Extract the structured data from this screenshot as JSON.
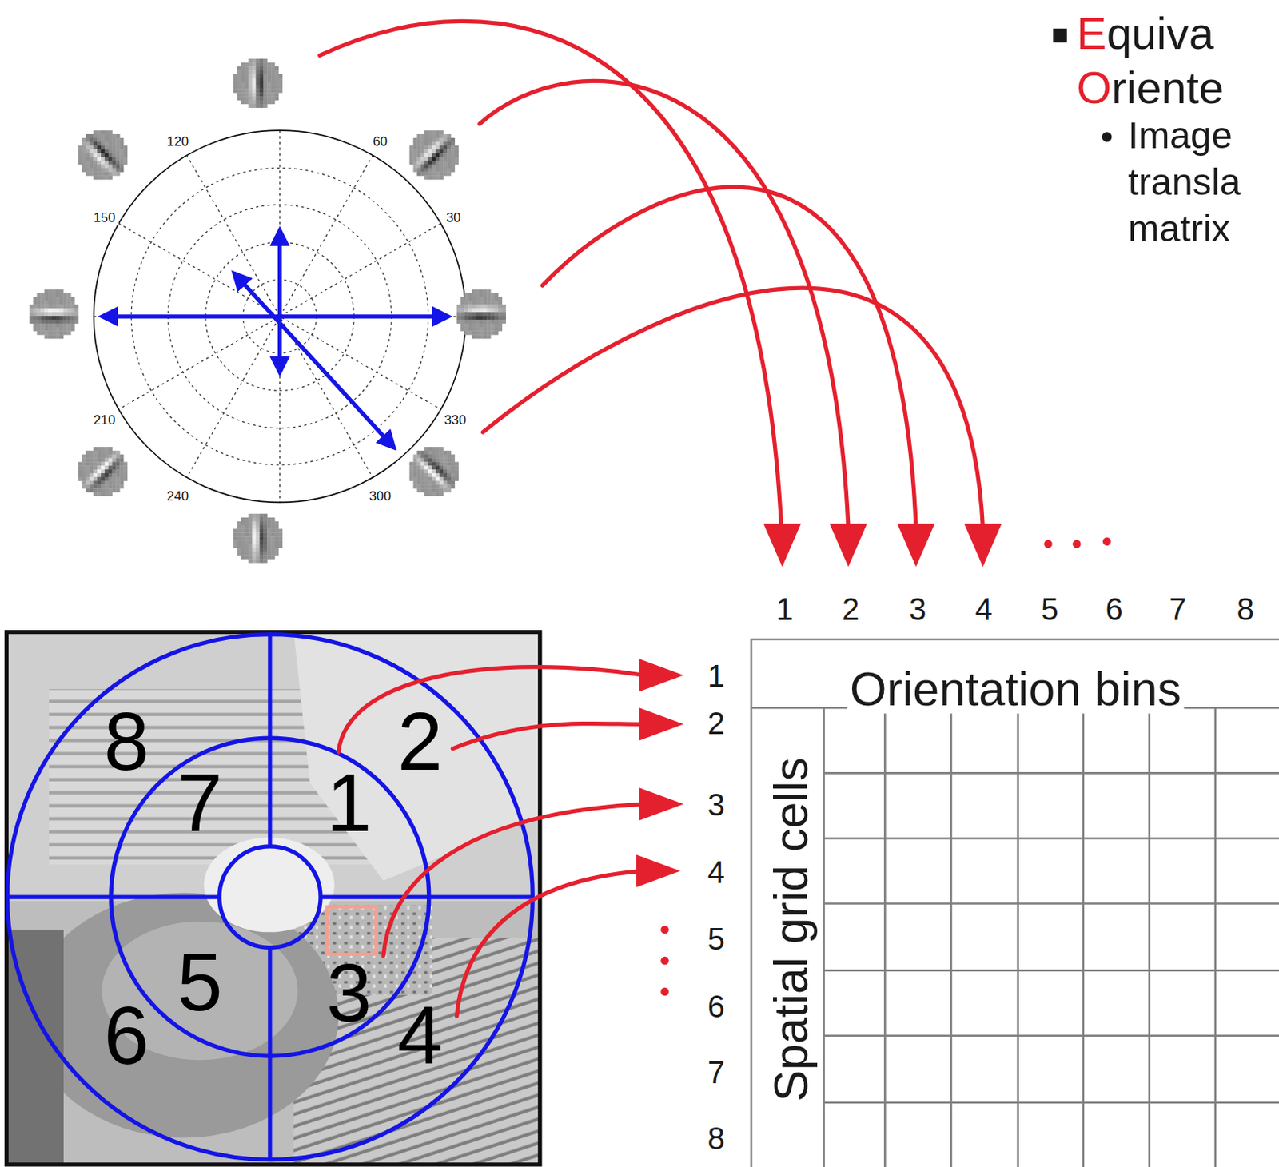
{
  "diagram": {
    "labels": [
      "Equiva",
      "Oriente",
      "Image",
      "transla",
      "matrix",
      "120",
      "60",
      "150",
      "30",
      "210",
      "330",
      "240",
      "300",
      "1",
      "2",
      "3",
      "4",
      "5",
      "6",
      "7",
      "8",
      "Orientation bins",
      "1",
      "2",
      "3",
      "4",
      "5",
      "6",
      "7",
      "8",
      "Spatial grid cells",
      "8",
      "2",
      "7",
      "1",
      "5",
      "3",
      "6",
      "4"
    ]
  }
}
